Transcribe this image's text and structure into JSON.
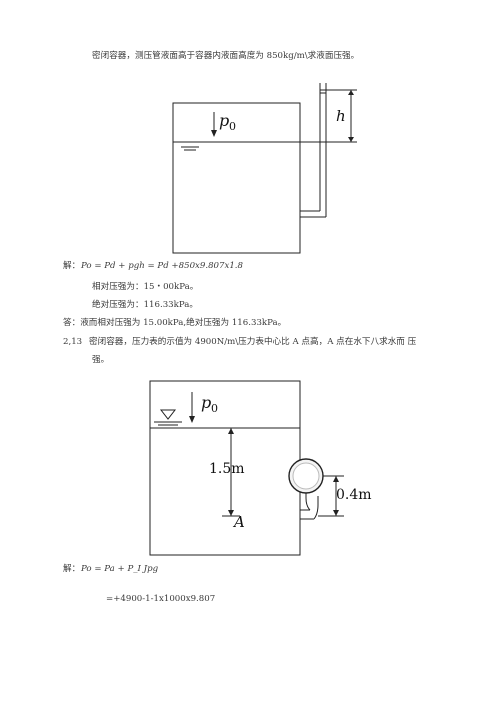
{
  "problem1": {
    "statement": "密闭容器，测压管液面高于容器内液面高度为 850kg/m\\求液面压强。",
    "fig_p0": "p",
    "fig_p0_sub": "0",
    "fig_h": "h",
    "sol_label": "解：",
    "sol_eq": "Po = Pd + pgh = Pd +850x9.807x1.8",
    "line_rel": "相对压强为：15・00kPa。",
    "line_abs": "绝对压强为：116.33kPa。",
    "answer": "答：液而相对压强为 15.00kPa,绝对压强为 116.33kPa。"
  },
  "problem2": {
    "number": "2,13",
    "statement_1": "密闭容器，压力表的示值为 4900N/m\\压力表中心比 A 点高，A 点在水下八求水而 压",
    "statement_2": "强。",
    "fig_p0": "p",
    "fig_p0_sub": "0",
    "fig_depth": "1.5m",
    "fig_gauge_h": "0.4m",
    "fig_A": "A",
    "sol_label": "解：",
    "sol_eq": "Po = Pa + P_I Jpg",
    "sol_eq2": "=+4900-1-1x1000x9.807"
  }
}
